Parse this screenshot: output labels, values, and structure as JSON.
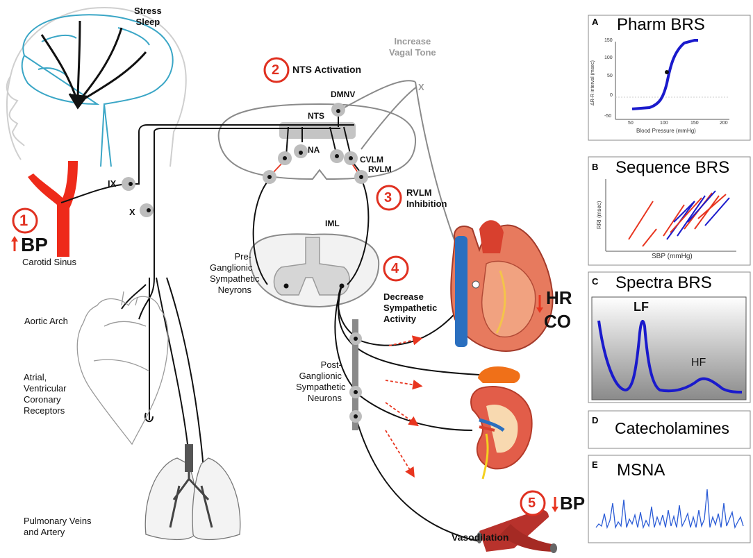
{
  "top_labels": {
    "stress_sleep": [
      "Stress",
      "Sleep"
    ],
    "vagal_tone": [
      "Increase",
      "Vagal Tone"
    ],
    "x_upper": "X"
  },
  "nuclei": {
    "dmnv": "DMNV",
    "nts": "NTS",
    "na": "NA",
    "cvlm": "CVLM",
    "rvlm": "RVLM",
    "iml": "IML"
  },
  "nerves": {
    "ix": "IX",
    "x": "X"
  },
  "steps": [
    {
      "num": "1",
      "label": "BP"
    },
    {
      "num": "2",
      "label": "NTS Activation"
    },
    {
      "num": "3",
      "label": [
        "RVLM",
        "Inhibition"
      ]
    },
    {
      "num": "4",
      "label": [
        "Decrease",
        "Sympathetic",
        "Activity"
      ]
    },
    {
      "num": "5",
      "label": "BP"
    }
  ],
  "left_labels": {
    "carotid": "Carotid Sinus",
    "aortic": "Aortic Arch",
    "receptors": [
      "Atrial,",
      "Ventricular",
      "Coronary",
      "Receptors"
    ],
    "pulmonary": [
      "Pulmonary Veins",
      "and Artery"
    ]
  },
  "mid_labels": {
    "pre": [
      "Pre-",
      "Ganglionic",
      "Sympathetic",
      "Neyrons"
    ],
    "post": [
      "Post-",
      "Ganglionic",
      "Sympathetic",
      "Neurons"
    ],
    "vasodilation": "Vasodilation"
  },
  "heart_labels": {
    "hr": "HR",
    "co": "CO"
  },
  "panels": {
    "a": {
      "letter": "A",
      "title": "Pharm BRS",
      "ylabel": "ΔR-R interval (msec)",
      "xlabel": "Blood Pressure (mmHg)",
      "yticks": [
        "150",
        "100",
        "50",
        "0",
        "-50"
      ],
      "xticks": [
        "50",
        "100",
        "150",
        "200"
      ]
    },
    "b": {
      "letter": "B",
      "title": "Sequence BRS",
      "ylabel": "RRI (msec)",
      "xlabel": "SBP (mmHg)"
    },
    "c": {
      "letter": "C",
      "title": "Spectra BRS",
      "lf": "LF",
      "hf": "HF"
    },
    "d": {
      "letter": "D",
      "title": "Catecholamines"
    },
    "e": {
      "letter": "E",
      "title": "MSNA"
    }
  },
  "colors": {
    "accent_red": "#e8351f",
    "nerve": "#111111",
    "brain": "#3aa6c6",
    "brs_blue": "#1a1acc",
    "step_circle": "#e03020"
  }
}
